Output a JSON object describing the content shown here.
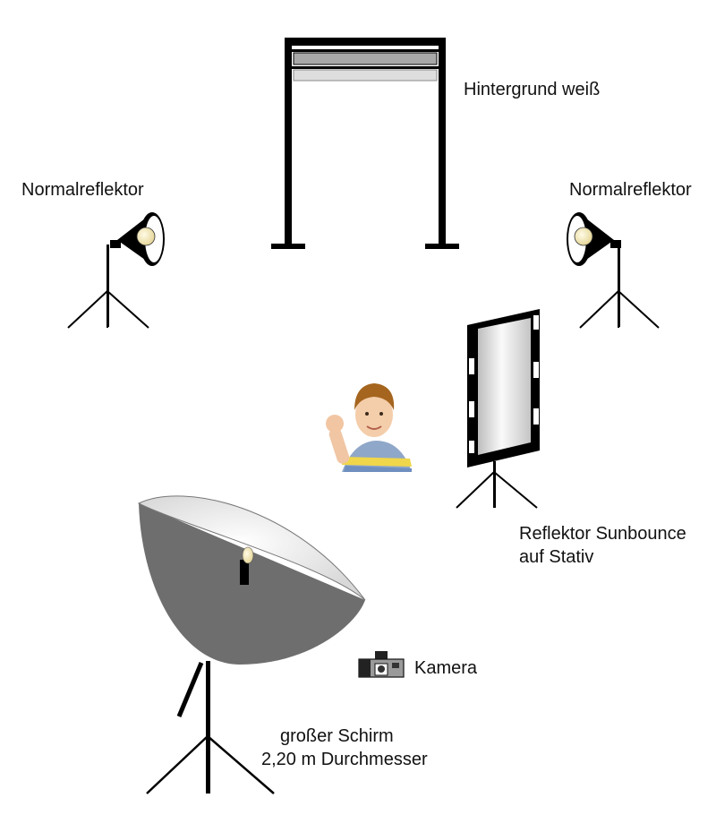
{
  "labels": {
    "backdrop": "Hintergrund weiß",
    "reflector_left": "Normalreflektor",
    "reflector_right": "Normalreflektor",
    "sunbounce_line1": "Reflektor Sunbounce",
    "sunbounce_line2": "auf Stativ",
    "camera": "Kamera",
    "umbrella_line1": "großer Schirm",
    "umbrella_line2": "2,20 m Durchmesser"
  },
  "icons": {
    "backdrop": "backdrop-stand-icon",
    "reflector_left": "studio-light-icon",
    "reflector_right": "studio-light-icon",
    "sunbounce": "reflector-panel-icon",
    "subject": "child-subject-icon",
    "umbrella": "umbrella-softbox-icon",
    "camera": "camera-icon"
  },
  "colors": {
    "ink": "#000000",
    "gray_roll": "#a8a8a8",
    "light_roll": "#dedede",
    "umbrella_outer": "#6e6e6e",
    "umbrella_inner": "#f4f4f4",
    "bulb": "#f7efc6"
  }
}
